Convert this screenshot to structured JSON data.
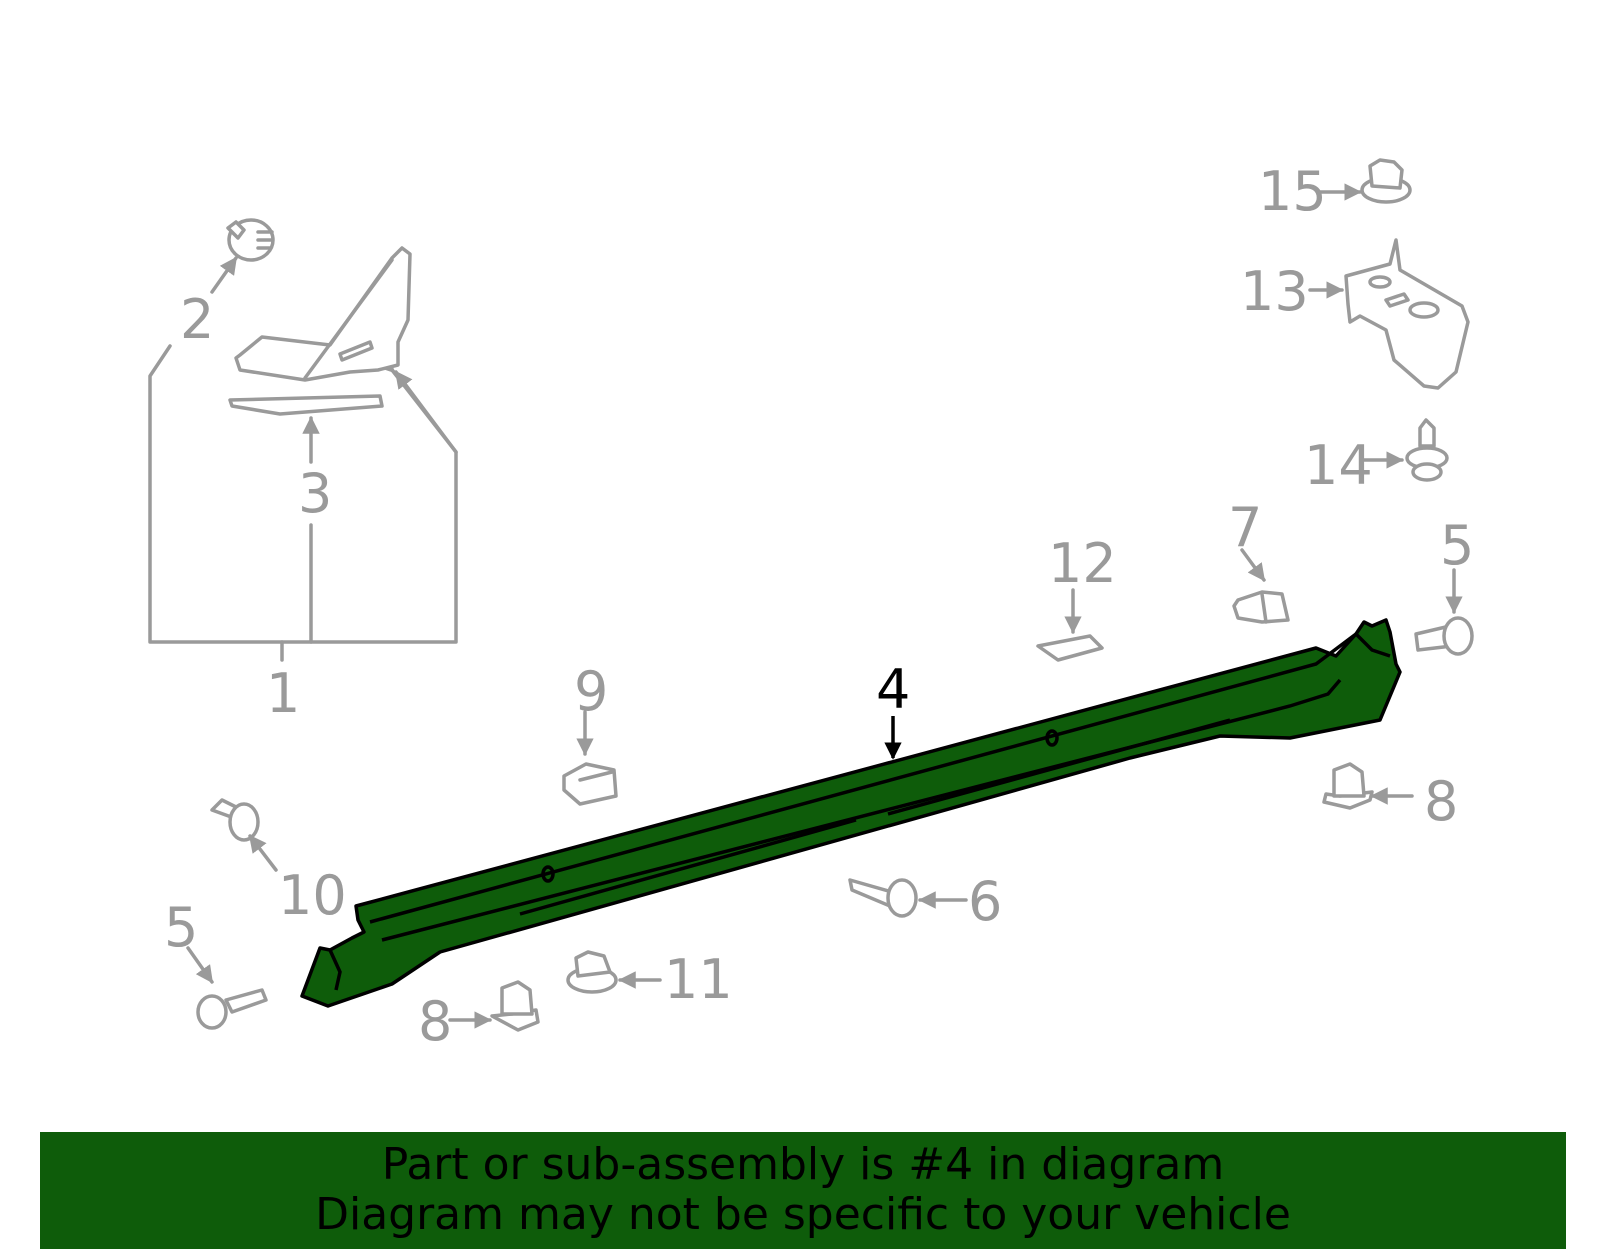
{
  "colors": {
    "highlight": "#0e5c0a",
    "part_line": "#9a9a9a",
    "active_label": "#000000"
  },
  "callouts": {
    "c1": "1",
    "c2": "2",
    "c3": "3",
    "c4": "4",
    "c5a": "5",
    "c5b": "5",
    "c6": "6",
    "c7": "7",
    "c8a": "8",
    "c8b": "8",
    "c9": "9",
    "c10": "10",
    "c11": "11",
    "c12": "12",
    "c13": "13",
    "c14": "14",
    "c15": "15"
  },
  "highlighted_part": "4",
  "banner": {
    "line1": "Part or sub-assembly is #4 in diagram",
    "line2": "Diagram may not be specific to your vehicle"
  }
}
